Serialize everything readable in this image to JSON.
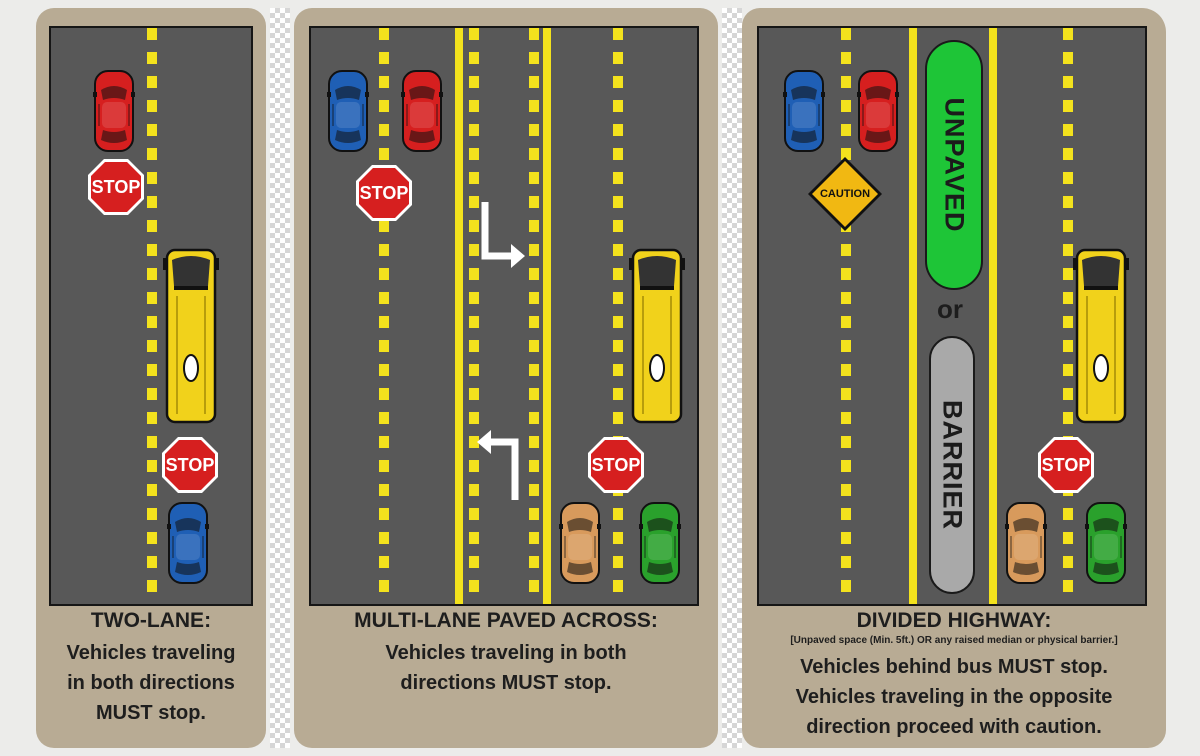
{
  "colors": {
    "red": "#d61f1f",
    "blue": "#1f5fb5",
    "orange": "#d89a5c",
    "green": "#2aa12c",
    "bus": "#f1d21b",
    "stop": "#d61f1f",
    "caution": "#f1b812",
    "median_green": "#1ec537",
    "median_grey": "#a9a9a9"
  },
  "panel_two_lane": {
    "stop_sign_top": "STOP",
    "stop_sign_bottom": "STOP",
    "title": "TWO-LANE:",
    "text_line1": "Vehicles traveling",
    "text_line2": "in both directions",
    "text_must": "MUST",
    "text_end": " stop."
  },
  "panel_multi_lane": {
    "stop_sign_top": "STOP",
    "stop_sign_bottom": "STOP",
    "title": "MULTI-LANE PAVED ACROSS:",
    "text_line1": "Vehicles traveling in both",
    "text_line2_start": "directions ",
    "text_must": "MUST",
    "text_end": " stop."
  },
  "panel_divided": {
    "caution_sign": "CAUTION",
    "median_unpaved": "UNPAVED",
    "median_or": "or",
    "median_barrier": "BARRIER",
    "stop_sign": "STOP",
    "title": "DIVIDED HIGHWAY:",
    "note": "[Unpaved space (Min. 5ft.) OR any raised median or physical barrier.]",
    "text_line1_start": "Vehicles behind bus ",
    "text_must": "MUST",
    "text_line1_end": " stop.",
    "text_line2": "Vehicles traveling in the opposite",
    "text_line3": "direction proceed with caution."
  }
}
